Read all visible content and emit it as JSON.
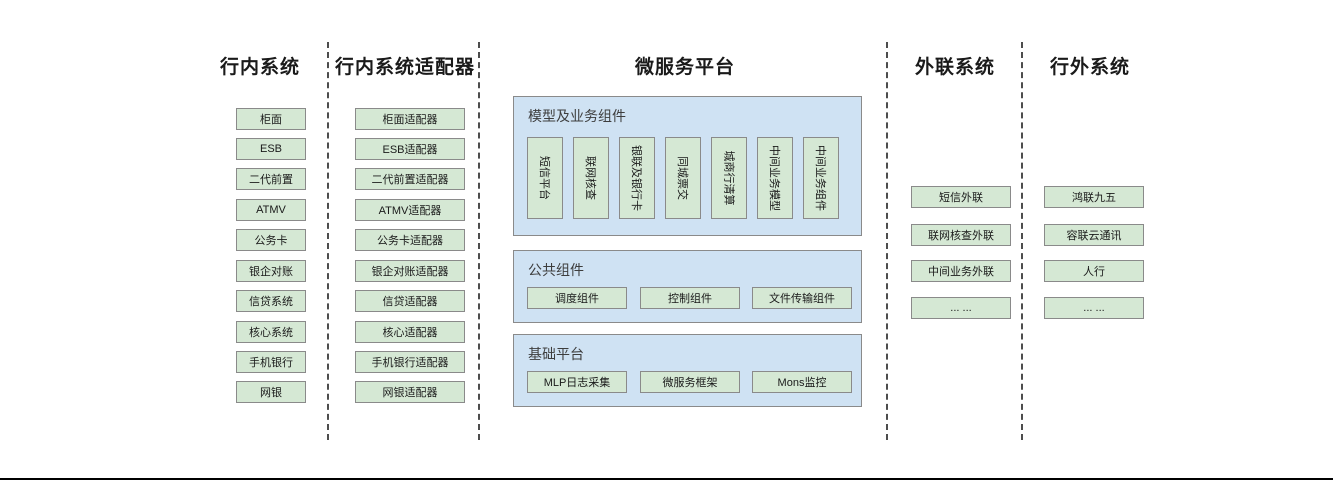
{
  "diagram": {
    "type": "layered-architecture",
    "columns": [
      {
        "key": "internal_systems",
        "title": "行内系统",
        "items": [
          "柜面",
          "ESB",
          "二代前置",
          "ATMV",
          "公务卡",
          "银企对账",
          "信贷系统",
          "核心系统",
          "手机银行",
          "网银"
        ]
      },
      {
        "key": "internal_adapters",
        "title": "行内系统适配器",
        "items": [
          "柜面适配器",
          "ESB适配器",
          "二代前置适配器",
          "ATMV适配器",
          "公务卡适配器",
          "银企对账适配器",
          "信贷适配器",
          "核心适配器",
          "手机银行适配器",
          "网银适配器"
        ]
      },
      {
        "key": "microservice_platform",
        "title": "微服务平台",
        "panels": [
          {
            "key": "model_business_components",
            "title": "模型及业务组件",
            "orientation": "vertical",
            "items": [
              "短信平台",
              "联网核查",
              "银联及银行卡",
              "同城票交",
              "城商行清算",
              "中间业务模型",
              "中间业务组件"
            ]
          },
          {
            "key": "public_components",
            "title": "公共组件",
            "orientation": "horizontal",
            "items": [
              "调度组件",
              "控制组件",
              "文件传输组件"
            ]
          },
          {
            "key": "base_platform",
            "title": "基础平台",
            "orientation": "horizontal",
            "items": [
              "MLP日志采集",
              "微服务框架",
              "Mons监控"
            ]
          }
        ]
      },
      {
        "key": "external_link_systems",
        "title": "外联系统",
        "items": [
          "短信外联",
          "联网核查外联",
          "中间业务外联",
          "... ..."
        ]
      },
      {
        "key": "outside_bank_systems",
        "title": "行外系统",
        "items": [
          "鸿联九五",
          "容联云通讯",
          "人行",
          "... ..."
        ]
      }
    ],
    "colors": {
      "node_fill": "#d5e8d4",
      "node_border": "#8a8a8a",
      "panel_fill": "#cfe2f3",
      "panel_border": "#8a8a8a",
      "divider": "#4d4d4d",
      "text": "#1a1a1a",
      "panel_title_text": "#3d3d3d",
      "background": "#ffffff"
    }
  }
}
